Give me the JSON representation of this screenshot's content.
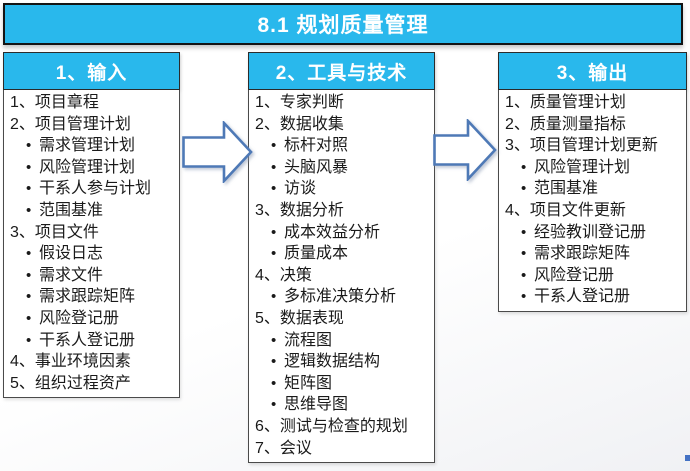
{
  "title": "8.1 规划质量管理",
  "bullet_char": "•",
  "colors": {
    "accent_cyan": "#29b8ec",
    "arrow_stroke": "#4e79b6",
    "border_dark": "#141414",
    "text": "#1a1a1a"
  },
  "columns": [
    {
      "id": "inputs",
      "header": "1、输入",
      "items": [
        {
          "kind": "num",
          "text": "1、项目章程"
        },
        {
          "kind": "num",
          "text": "2、项目管理计划"
        },
        {
          "kind": "sub",
          "text": "需求管理计划"
        },
        {
          "kind": "sub",
          "text": "风险管理计划"
        },
        {
          "kind": "sub",
          "text": "干系人参与计划"
        },
        {
          "kind": "sub",
          "text": "范围基准"
        },
        {
          "kind": "num",
          "text": "3、项目文件"
        },
        {
          "kind": "sub",
          "text": "假设日志"
        },
        {
          "kind": "sub",
          "text": "需求文件"
        },
        {
          "kind": "sub",
          "text": "需求跟踪矩阵"
        },
        {
          "kind": "sub",
          "text": "风险登记册"
        },
        {
          "kind": "sub",
          "text": "干系人登记册"
        },
        {
          "kind": "num",
          "text": "4、事业环境因素"
        },
        {
          "kind": "num",
          "text": "5、组织过程资产"
        }
      ]
    },
    {
      "id": "tools-techniques",
      "header": "2、工具与技术",
      "items": [
        {
          "kind": "num",
          "text": "1、专家判断"
        },
        {
          "kind": "num",
          "text": "2、数据收集"
        },
        {
          "kind": "sub",
          "text": "标杆对照"
        },
        {
          "kind": "sub",
          "text": "头脑风暴"
        },
        {
          "kind": "sub",
          "text": "访谈"
        },
        {
          "kind": "num",
          "text": "3、数据分析"
        },
        {
          "kind": "sub",
          "text": "成本效益分析"
        },
        {
          "kind": "sub",
          "text": "质量成本"
        },
        {
          "kind": "num",
          "text": "4、决策"
        },
        {
          "kind": "sub",
          "text": "多标准决策分析"
        },
        {
          "kind": "num",
          "text": "5、数据表现"
        },
        {
          "kind": "sub",
          "text": "流程图"
        },
        {
          "kind": "sub",
          "text": "逻辑数据结构"
        },
        {
          "kind": "sub",
          "text": "矩阵图"
        },
        {
          "kind": "sub",
          "text": "思维导图"
        },
        {
          "kind": "num",
          "text": "6、测试与检查的规划"
        },
        {
          "kind": "num",
          "text": "7、会议"
        }
      ]
    },
    {
      "id": "outputs",
      "header": "3、输出",
      "items": [
        {
          "kind": "num",
          "text": "1、质量管理计划"
        },
        {
          "kind": "num",
          "text": "2、质量测量指标"
        },
        {
          "kind": "num",
          "text": "3、项目管理计划更新"
        },
        {
          "kind": "sub",
          "text": "风险管理计划"
        },
        {
          "kind": "sub",
          "text": "范围基准"
        },
        {
          "kind": "num",
          "text": "4、项目文件更新"
        },
        {
          "kind": "sub",
          "text": "经验教训登记册"
        },
        {
          "kind": "sub",
          "text": "需求跟踪矩阵"
        },
        {
          "kind": "sub",
          "text": "风险登记册"
        },
        {
          "kind": "sub",
          "text": "干系人登记册"
        }
      ]
    }
  ]
}
